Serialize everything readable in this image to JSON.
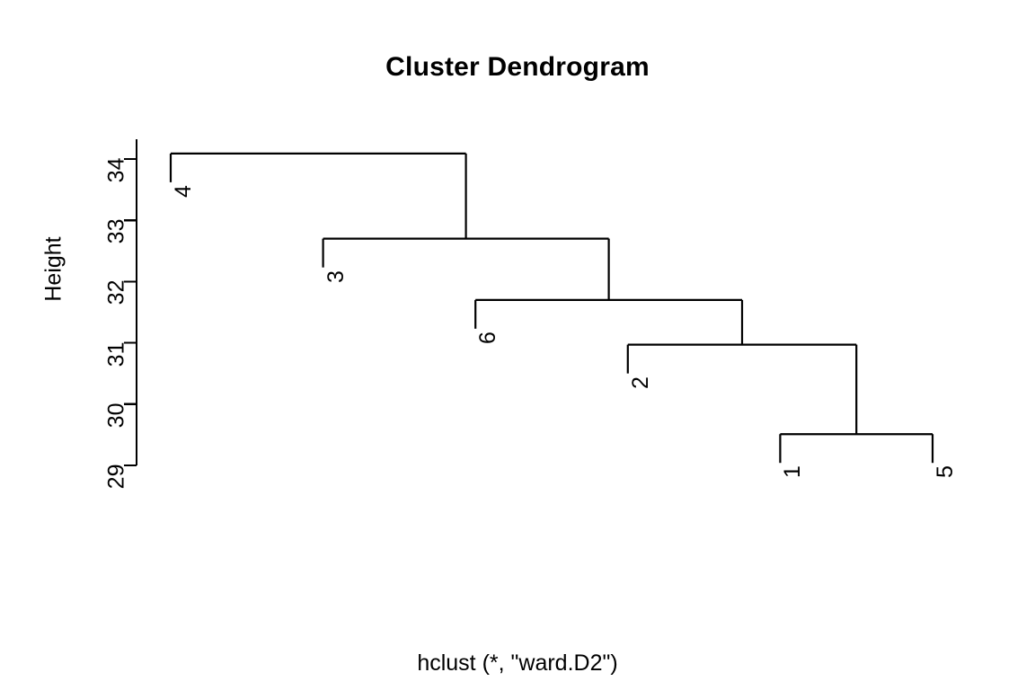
{
  "chart_data": {
    "type": "dendrogram",
    "title": "Cluster Dendrogram",
    "subtitle": "hclust (*, \"ward.D2\")",
    "xlabel": "",
    "ylabel": "Height",
    "grid": false,
    "legend": null,
    "ylim": [
      29,
      34.2
    ],
    "yticks": [
      29,
      30,
      31,
      32,
      33,
      34
    ],
    "ytick_labels": [
      "29",
      "30",
      "31",
      "32",
      "33",
      "34"
    ],
    "leaf_order": [
      "4",
      "3",
      "6",
      "2",
      "1",
      "5"
    ],
    "leaf_labels": [
      "4",
      "3",
      "6",
      "2",
      "1",
      "5"
    ],
    "method": "ward.D2",
    "n_observations": 6,
    "merges": [
      {
        "id": "m1",
        "left": "1",
        "right": "5",
        "height": 29.51
      },
      {
        "id": "m2",
        "left": "2",
        "right": "m1",
        "height": 30.97
      },
      {
        "id": "m3",
        "left": "6",
        "right": "m2",
        "height": 31.7
      },
      {
        "id": "m4",
        "left": "3",
        "right": "m3",
        "height": 32.7
      },
      {
        "id": "m5",
        "left": "4",
        "right": "m4",
        "height": 34.09
      }
    ],
    "merge_heights": [
      29.51,
      30.97,
      31.7,
      32.7,
      34.09
    ],
    "line_color": "#000000",
    "background_color": "#ffffff"
  },
  "axis": {
    "y_title": "Height",
    "ticks": [
      {
        "label": "34",
        "value": 34
      },
      {
        "label": "33",
        "value": 33
      },
      {
        "label": "32",
        "value": 32
      },
      {
        "label": "31",
        "value": 31
      },
      {
        "label": "30",
        "value": 30
      },
      {
        "label": "29",
        "value": 29
      }
    ]
  },
  "leaves": [
    {
      "label": "4"
    },
    {
      "label": "3"
    },
    {
      "label": "6"
    },
    {
      "label": "2"
    },
    {
      "label": "1"
    },
    {
      "label": "5"
    }
  ],
  "header": {
    "title": "Cluster Dendrogram"
  },
  "footer": {
    "subtitle": "hclust (*, \"ward.D2\")"
  }
}
